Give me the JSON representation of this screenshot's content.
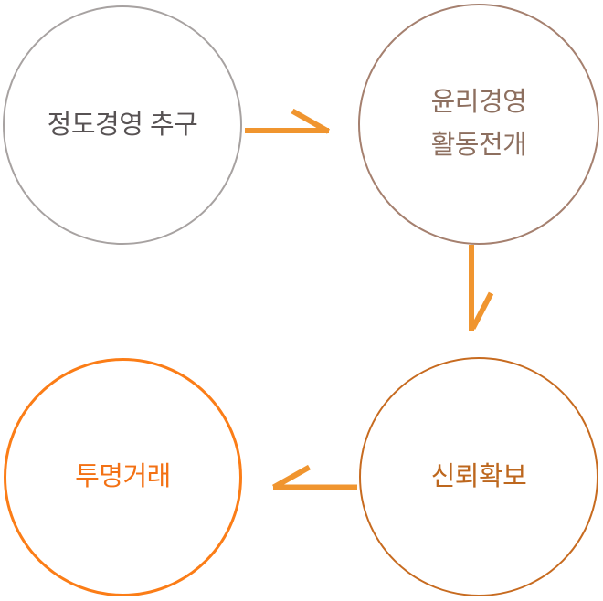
{
  "diagram": {
    "type": "flow",
    "background_color": "#ffffff",
    "arrow_color": "#F0952F",
    "nodes": [
      {
        "id": "integrity-management",
        "position": "top-left",
        "lines": [
          "정도경영 추구"
        ],
        "border_color": "#A7A2A1",
        "text_color": "#575253"
      },
      {
        "id": "ethics-activities",
        "position": "top-right",
        "lines": [
          "윤리경영",
          "활동전개"
        ],
        "border_color": "#A5806F",
        "text_color": "#8D6F5F"
      },
      {
        "id": "trust-building",
        "position": "bottom-right",
        "lines": [
          "신뢰확보"
        ],
        "border_color": "#C76B20",
        "text_color": "#BD671E"
      },
      {
        "id": "transparent-trade",
        "position": "bottom-left",
        "lines": [
          "투명거래"
        ],
        "border_color": "#FB7D17",
        "text_color": "#F37114"
      }
    ],
    "arrows": [
      {
        "from": "정도경영 추구",
        "to": "윤리경영 활동전개",
        "direction": "right"
      },
      {
        "from": "윤리경영 활동전개",
        "to": "신뢰확보",
        "direction": "down"
      },
      {
        "from": "신뢰확보",
        "to": "투명거래",
        "direction": "left"
      }
    ]
  }
}
